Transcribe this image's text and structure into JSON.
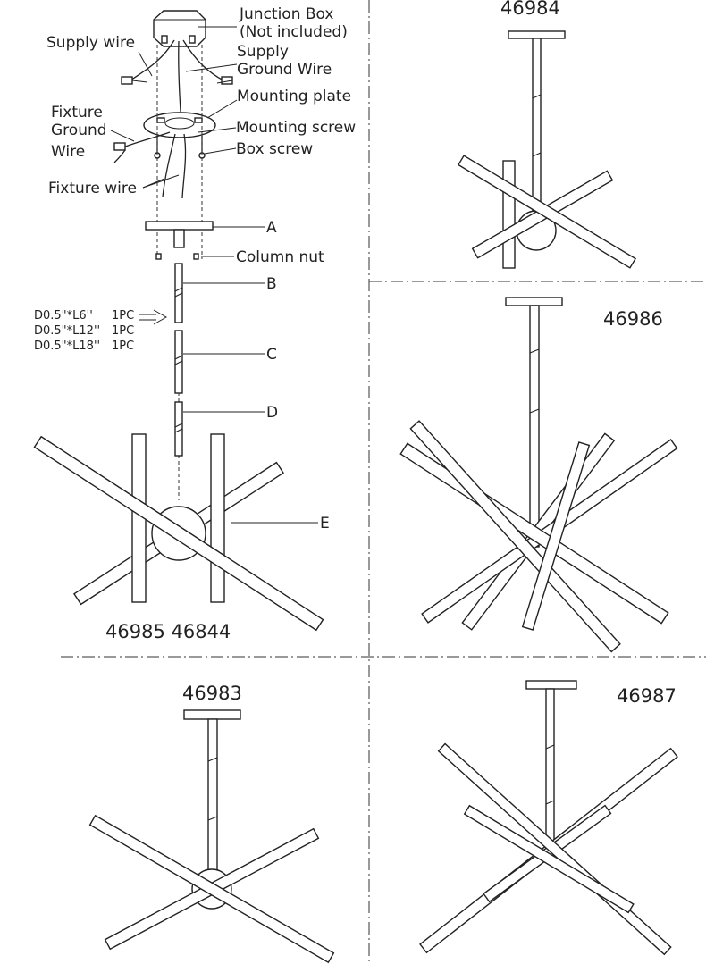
{
  "labels": {
    "junction_box": "Junction Box",
    "not_included": "(Not included)",
    "supply_wire": "Supply wire",
    "supply": "Supply",
    "ground_wire": "Ground Wire",
    "mounting_plate": "Mounting plate",
    "fixture": "Fixture",
    "ground": "Ground",
    "wire": "Wire",
    "mounting_screw": "Mounting screw",
    "box_screw": "Box screw",
    "fixture_wire": "Fixture wire",
    "column_nut": "Column nut",
    "part_a": "A",
    "part_b": "B",
    "part_c": "C",
    "part_d": "D",
    "part_e": "E"
  },
  "rods": [
    {
      "spec": "D0.5\"*L6''",
      "qty": "1PC"
    },
    {
      "spec": "D0.5\"*L12''",
      "qty": "1PC"
    },
    {
      "spec": "D0.5\"*L18''",
      "qty": "1PC"
    }
  ],
  "models": {
    "main": "46985 46844",
    "top_right": "46984",
    "mid_right": "46986",
    "bottom_left": "46983",
    "bottom_right": "46987"
  }
}
